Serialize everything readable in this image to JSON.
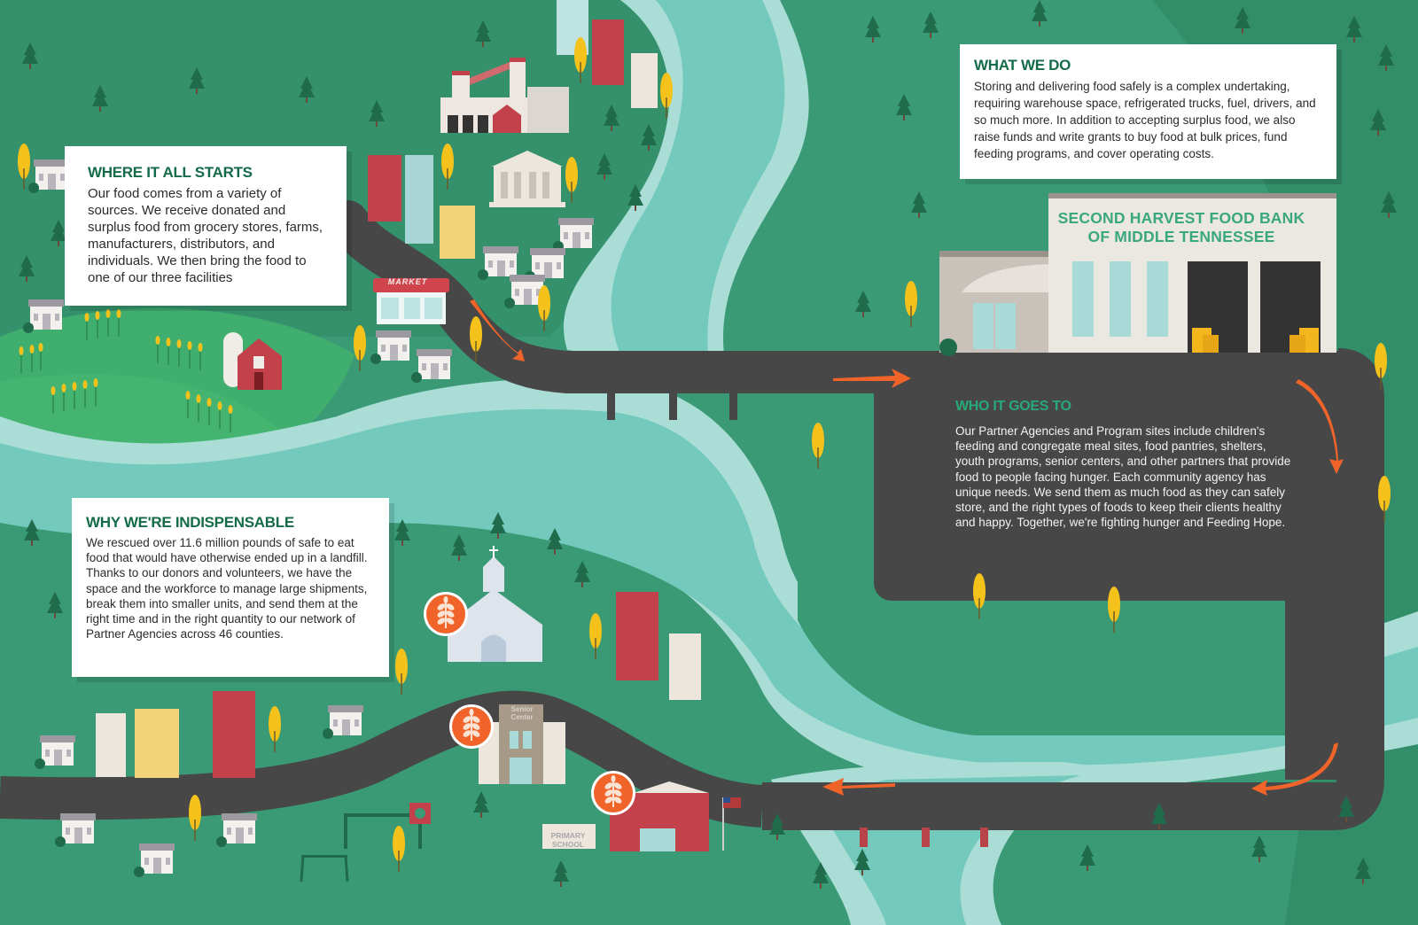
{
  "colors": {
    "land_dark": "#2f8a64",
    "land_mid": "#3a9a75",
    "land_light": "#3fae6f",
    "river": "#73c9bb",
    "river_bank": "#a9ddd6",
    "road": "#474747",
    "arrow": "#f0642a",
    "heading_green": "#146b49",
    "facility_green": "#3aa87f",
    "who_heading": "#28a97a",
    "partner_badge": "#f0642a",
    "tree_dark": "#1f6b4b",
    "tree_yellow": "#f5c21b",
    "brick_red": "#c3414a"
  },
  "sections": {
    "where_it_all_starts": {
      "title": "WHERE IT ALL STARTS",
      "body": "Our food comes from a variety of sources. We receive donated and surplus food from grocery stores, farms, manufacturers, distributors, and individuals. We then bring the food to one of our three facilities"
    },
    "what_we_do": {
      "title": "WHAT WE DO",
      "body": "Storing and delivering food safely is a complex undertaking, requiring warehouse space, refrigerated trucks, fuel, drivers, and so much more. In addition to accepting surplus food, we also raise funds and write grants to buy food at bulk prices, fund feeding programs, and cover operating costs."
    },
    "who_it_goes_to": {
      "title": "WHO IT GOES TO",
      "body": "Our Partner Agencies and Program sites include children's feeding and congregate meal sites, food pantries, shelters, youth programs, senior centers, and other partners that provide food to people facing hunger. Each community agency has unique needs. We send them as much food as they can safely store, and the right types of foods to keep their clients healthy and happy. Together, we're fighting hunger and Feeding Hope."
    },
    "why_were_indispensable": {
      "title": "WHY WE'RE INDISPENSABLE",
      "body": "We rescued over 11.6 million pounds of safe to eat food that would have otherwise ended up in a landfill. Thanks to our donors and volunteers, we have the space and the workforce to manage large shipments, break them into smaller units, and send them at the right time and in the right quantity to our network of Partner Agencies across 46 counties."
    }
  },
  "facility": {
    "name_line1": "SECOND HARVEST FOOD BANK",
    "name_line2": "OF MIDDLE TENNESSEE"
  },
  "signs": {
    "market": "MARKET",
    "senior_center_line1": "Senior",
    "senior_center_line2": "Center",
    "school_line1": "PRIMARY",
    "school_line2": "SCHOOL"
  },
  "icons": {
    "partner_badge": "wheat-icon",
    "flow_arrow": "arrow-icon",
    "flag": "us-flag-icon"
  }
}
